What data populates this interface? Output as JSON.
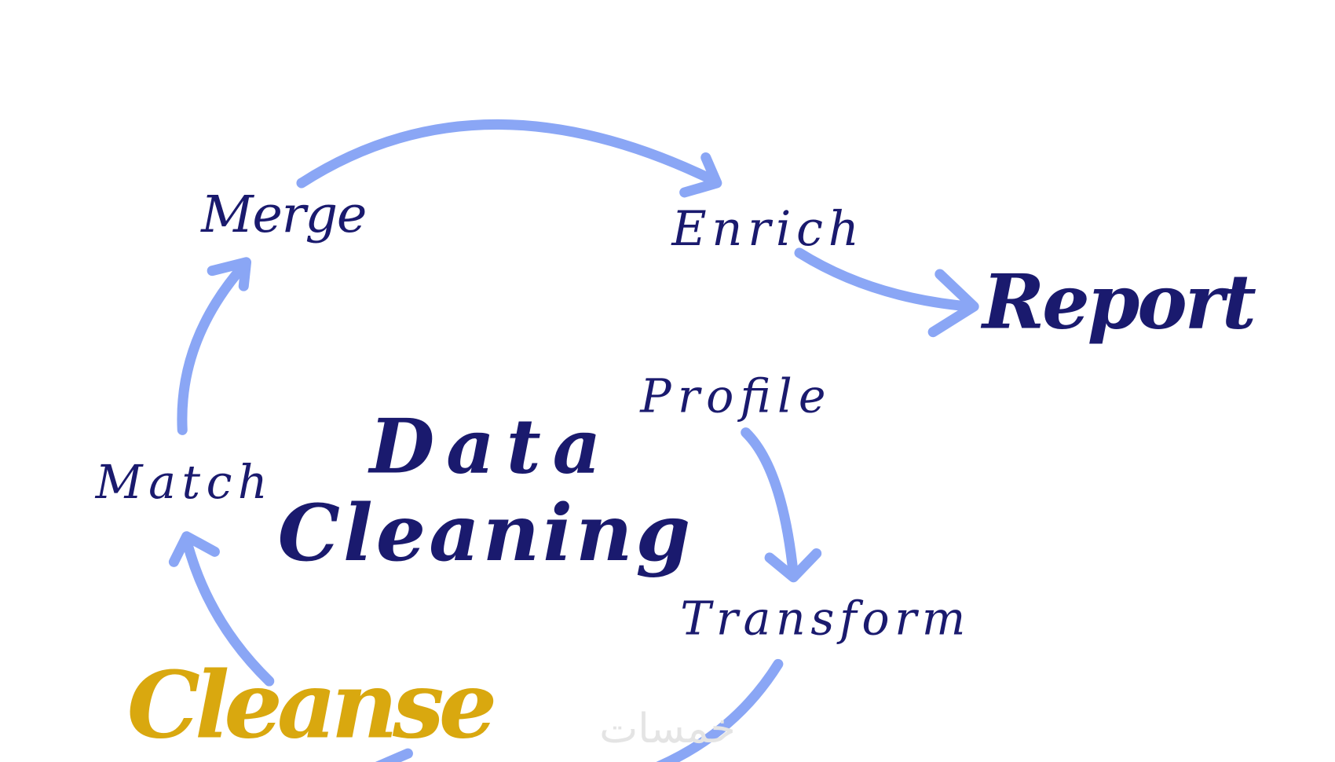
{
  "diagram": {
    "title_line1": "Data",
    "title_line2": "Cleaning",
    "steps": {
      "merge": "Merge",
      "enrich": "Enrich",
      "report": "Report",
      "profile": "Profile",
      "match": "Match",
      "transform": "Transform",
      "cleanse": "Cleanse"
    },
    "watermark": "خمسات"
  },
  "colors": {
    "text": "#1a1a6e",
    "highlight": "#d9a80f",
    "arrow": "#8aa6f5"
  }
}
